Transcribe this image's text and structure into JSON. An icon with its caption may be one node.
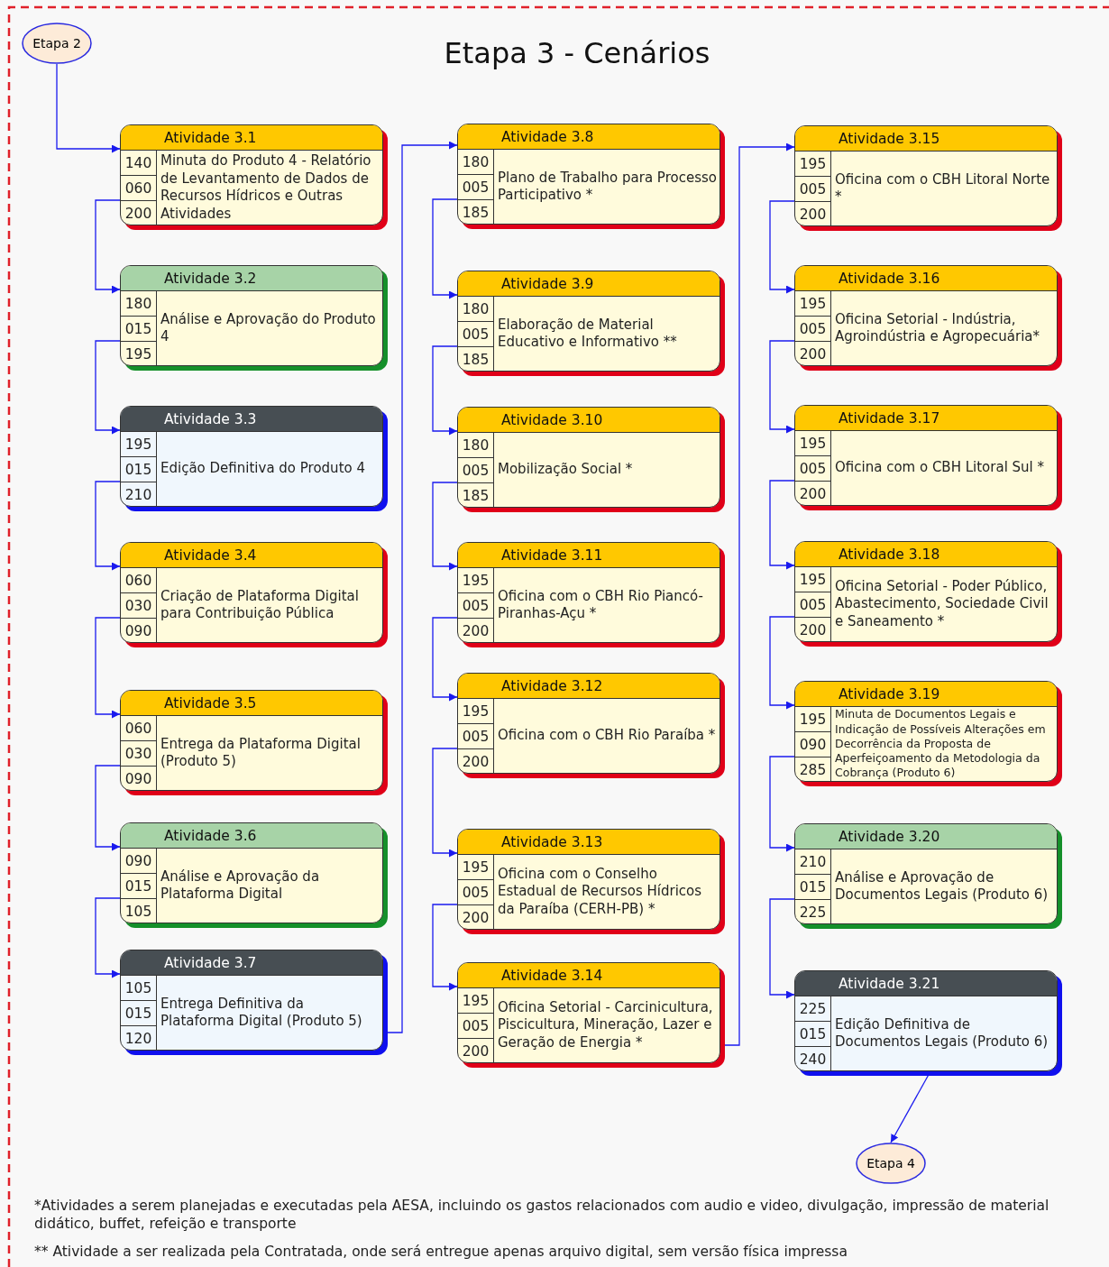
{
  "diagram": {
    "title": "Etapa 3 - Cenários",
    "nodes": [
      {
        "text": [
          "Etapa 2"
        ]
      },
      {
        "text": [
          "Atividade 3.1",
          "140",
          "060",
          "200",
          "Minuta do Produto 4 - Relatório de Levantamento de Dados de Recursos Hídricos e Outras Atividades"
        ]
      },
      {
        "text": [
          "Atividade 3.2",
          "180",
          "015",
          "195",
          "Análise e Aprovação do Produto 4"
        ]
      },
      {
        "text": [
          "Atividade 3.3",
          "195",
          "015",
          "210",
          "Edição Definitiva do Produto 4"
        ]
      },
      {
        "text": [
          "Atividade 3.4",
          "060",
          "030",
          "090",
          "Criação de Plataforma Digital para Contribuição Pública"
        ]
      },
      {
        "text": [
          "Atividade 3.5",
          "060",
          "030",
          "090",
          "Entrega da Plataforma Digital (Produto 5)"
        ]
      },
      {
        "text": [
          "Atividade 3.6",
          "090",
          "015",
          "105",
          "Análise e Aprovação da Plataforma Digital"
        ]
      },
      {
        "text": [
          "Atividade 3.7",
          "105",
          "015",
          "120",
          "Entrega Definitiva da Plataforma Digital (Produto 5)"
        ]
      },
      {
        "text": [
          "Atividade 3.8",
          "180",
          "005",
          "185",
          "Plano de Trabalho para Processo Participativo *"
        ]
      },
      {
        "text": [
          "Atividade 3.9",
          "180",
          "005",
          "185",
          "Elaboração de Material Educativo e Informativo **"
        ]
      },
      {
        "text": [
          "Atividade 3.10",
          "180",
          "005",
          "185",
          "Mobilização Social *"
        ]
      },
      {
        "text": [
          "Atividade 3.11",
          "195",
          "005",
          "200",
          "Oficina com o CBH Rio Piancó-Piranhas-Açu *"
        ]
      },
      {
        "text": [
          "Atividade 3.12",
          "195",
          "005",
          "200",
          "Oficina com o CBH Rio Paraíba *"
        ]
      },
      {
        "text": [
          "Atividade 3.13",
          "195",
          "005",
          "200",
          "Oficina com o Conselho Estadual de Recursos Hídricos da Paraíba (CERH-PB) *"
        ]
      },
      {
        "text": [
          "Atividade 3.14",
          "195",
          "005",
          "200",
          "Oficina Setorial - Carcinicultura, Piscicultura, Mineração, Lazer e Geração de Energia *"
        ]
      },
      {
        "text": [
          "Atividade 3.15",
          "195",
          "005",
          "200",
          "Oficina com o CBH Litoral Norte *"
        ]
      },
      {
        "text": [
          "Atividade 3.16",
          "195",
          "005",
          "200",
          "Oficina Setorial - Indústria, Agroindústria e Agropecuária*"
        ]
      },
      {
        "text": [
          "Atividade 3.17",
          "195",
          "005",
          "200",
          "Oficina com o CBH Litoral Sul *"
        ]
      },
      {
        "text": [
          "Atividade 3.18",
          "195",
          "005",
          "200",
          "Oficina Setorial - Poder Público, Abastecimento, Sociedade Civil e Saneamento *"
        ]
      },
      {
        "text": [
          "Atividade 3.19",
          "195",
          "090",
          "285",
          "Minuta de Documentos Legais e Indicação de Possíveis Alterações em Decorrência da Proposta de Aperfeiçoamento da Metodologia da Cobrança (Produto 6)"
        ]
      },
      {
        "text": [
          "Atividade 3.20",
          "210",
          "015",
          "225",
          "Análise e Aprovação de Documentos Legais (Produto 6)"
        ]
      },
      {
        "text": [
          "Atividade 3.21",
          "225",
          "015",
          "240",
          "Edição Definitiva de Documentos Legais (Produto 6)"
        ]
      },
      {
        "text": [
          "Etapa 4"
        ]
      }
    ],
    "edges": [
      {
        "from": 0,
        "to": 1,
        "arrow": "to"
      },
      {
        "from": 1,
        "to": 2,
        "arrow": "to"
      },
      {
        "from": 2,
        "to": 3,
        "arrow": "to"
      },
      {
        "from": 3,
        "to": 4,
        "arrow": "to"
      },
      {
        "from": 4,
        "to": 5,
        "arrow": "to"
      },
      {
        "from": 5,
        "to": 6,
        "arrow": "to"
      },
      {
        "from": 6,
        "to": 7,
        "arrow": "to"
      },
      {
        "from": 7,
        "to": 8,
        "arrow": "to"
      },
      {
        "from": 8,
        "to": 9,
        "arrow": "to"
      },
      {
        "from": 9,
        "to": 10,
        "arrow": "to"
      },
      {
        "from": 10,
        "to": 11,
        "arrow": "to"
      },
      {
        "from": 11,
        "to": 12,
        "arrow": "to"
      },
      {
        "from": 12,
        "to": 13,
        "arrow": "to"
      },
      {
        "from": 13,
        "to": 14,
        "arrow": "to"
      },
      {
        "from": 14,
        "to": 15,
        "arrow": "to"
      },
      {
        "from": 15,
        "to": 16,
        "arrow": "to"
      },
      {
        "from": 16,
        "to": 17,
        "arrow": "to"
      },
      {
        "from": 17,
        "to": 18,
        "arrow": "to"
      },
      {
        "from": 18,
        "to": 19,
        "arrow": "to"
      },
      {
        "from": 19,
        "to": 20,
        "arrow": "to"
      },
      {
        "from": 20,
        "to": 21,
        "arrow": "to"
      },
      {
        "from": 21,
        "to": 22,
        "arrow": "to"
      }
    ],
    "labels": [
      "*Atividades a serem planejadas e executadas pela AESA, incluindo os gastos relacionados com audio e video, divulgação, impressão de material didático, buffet, refeição e transporte",
      "** Atividade a ser realizada pela Contratada, onde será entregue apenas arquivo digital, sem versão física impressa"
    ]
  }
}
